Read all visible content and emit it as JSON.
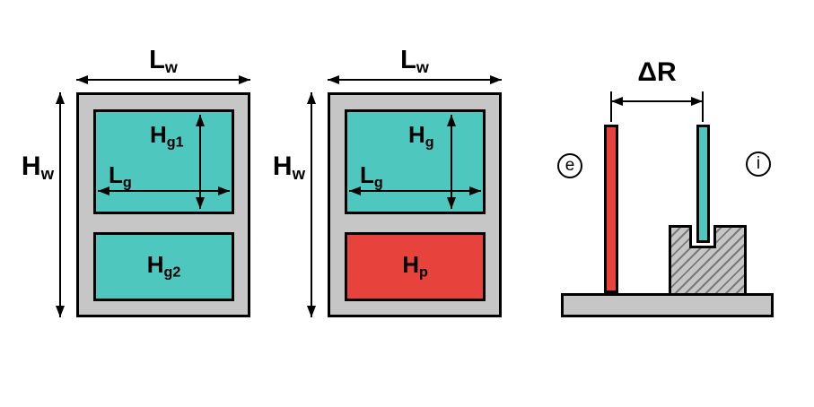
{
  "colors": {
    "wall": "#c6c6c6",
    "glazing": "#4ec7bf",
    "panel": "#e8423d",
    "outline": "#000000"
  },
  "left_elevation": {
    "width_label": {
      "base": "L",
      "sub": "w"
    },
    "height_label": {
      "base": "H",
      "sub": "w"
    },
    "glazing_top_height_label": {
      "base": "H",
      "sub": "g1"
    },
    "glazing_width_label": {
      "base": "L",
      "sub": "g"
    },
    "glazing_bottom_height_label": {
      "base": "H",
      "sub": "g2"
    }
  },
  "middle_elevation": {
    "width_label": {
      "base": "L",
      "sub": "w"
    },
    "height_label": {
      "base": "H",
      "sub": "w"
    },
    "glazing_height_label": {
      "base": "H",
      "sub": "g"
    },
    "glazing_width_label": {
      "base": "L",
      "sub": "g"
    },
    "panel_height_label": {
      "base": "H",
      "sub": "p"
    }
  },
  "section_detail": {
    "offset_label": "ΔR",
    "exterior_marker": "e",
    "interior_marker": "i"
  }
}
